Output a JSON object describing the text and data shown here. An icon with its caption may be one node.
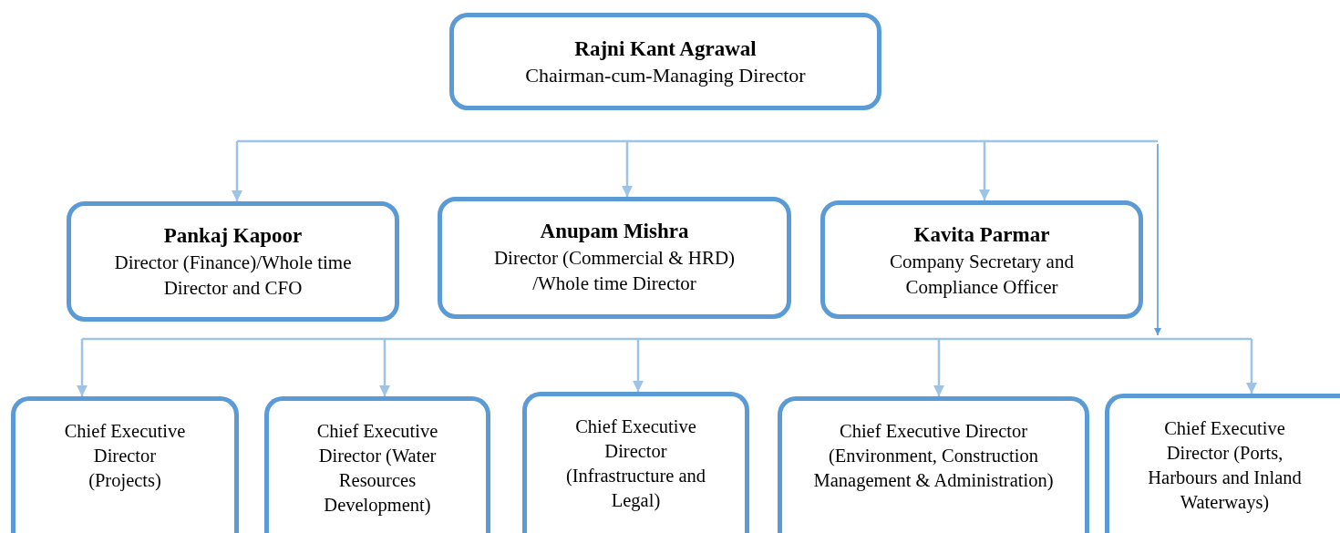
{
  "diagram": {
    "nodes": [
      {
        "text": [
          "Rajni Kant Agrawal",
          "Chairman-cum-Managing Director"
        ]
      },
      {
        "text": [
          "Pankaj Kapoor",
          "Director (Finance)/Whole time Director and CFO"
        ]
      },
      {
        "text": [
          "Anupam Mishra",
          "Director (Commercial & HRD) /Whole time Director"
        ]
      },
      {
        "text": [
          "Kavita Parmar",
          "Company Secretary and Compliance Officer"
        ]
      },
      {
        "text": [
          "Chief Executive Director (Projects)"
        ]
      },
      {
        "text": [
          "Chief Executive Director (Water Resources Development)"
        ]
      },
      {
        "text": [
          "Chief Executive Director (Infrastructure and Legal)"
        ]
      },
      {
        "text": [
          "Chief Executive Director (Environment, Construction Management & Administration)"
        ]
      },
      {
        "text": [
          "Chief Executive Director (Ports, Harbours and Inland Waterways)"
        ]
      }
    ],
    "edges": [
      {
        "from": null,
        "to": 1,
        "arrow": "to"
      },
      {
        "from": null,
        "to": 2,
        "arrow": "to"
      },
      {
        "from": null,
        "to": 3,
        "arrow": "to"
      },
      {
        "from": null,
        "to": 4,
        "arrow": "to"
      },
      {
        "from": null,
        "to": 5,
        "arrow": "to"
      },
      {
        "from": null,
        "to": 6,
        "arrow": "to"
      },
      {
        "from": null,
        "to": 7,
        "arrow": "to"
      },
      {
        "from": null,
        "to": 8,
        "arrow": "to"
      }
    ]
  }
}
